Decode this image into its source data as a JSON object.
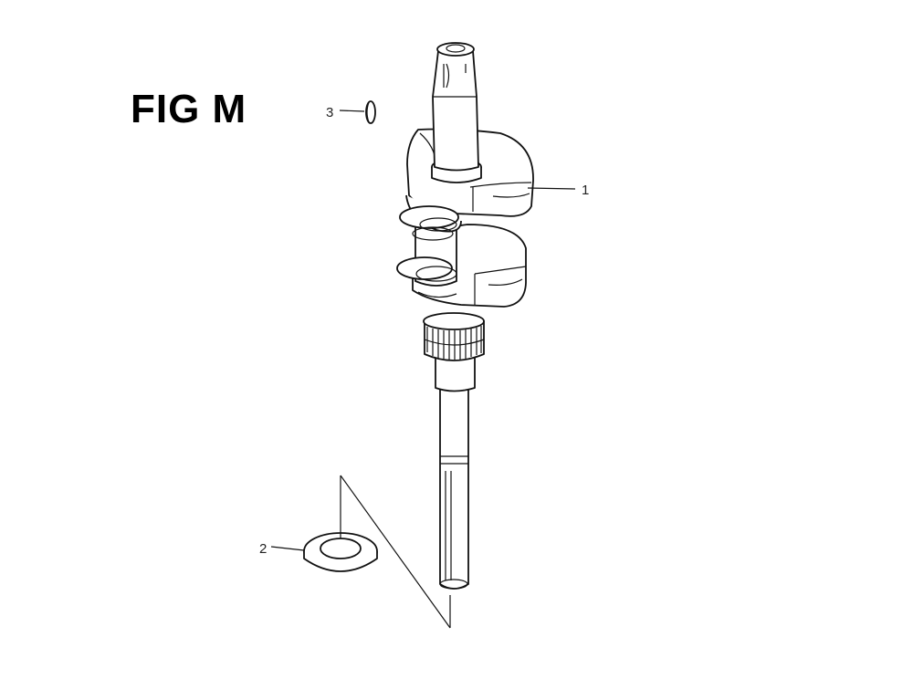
{
  "figure": {
    "title": "FIG M"
  },
  "callouts": [
    {
      "id": "crankshaft",
      "number": "1"
    },
    {
      "id": "washer",
      "number": "2"
    },
    {
      "id": "key",
      "number": "3"
    }
  ]
}
